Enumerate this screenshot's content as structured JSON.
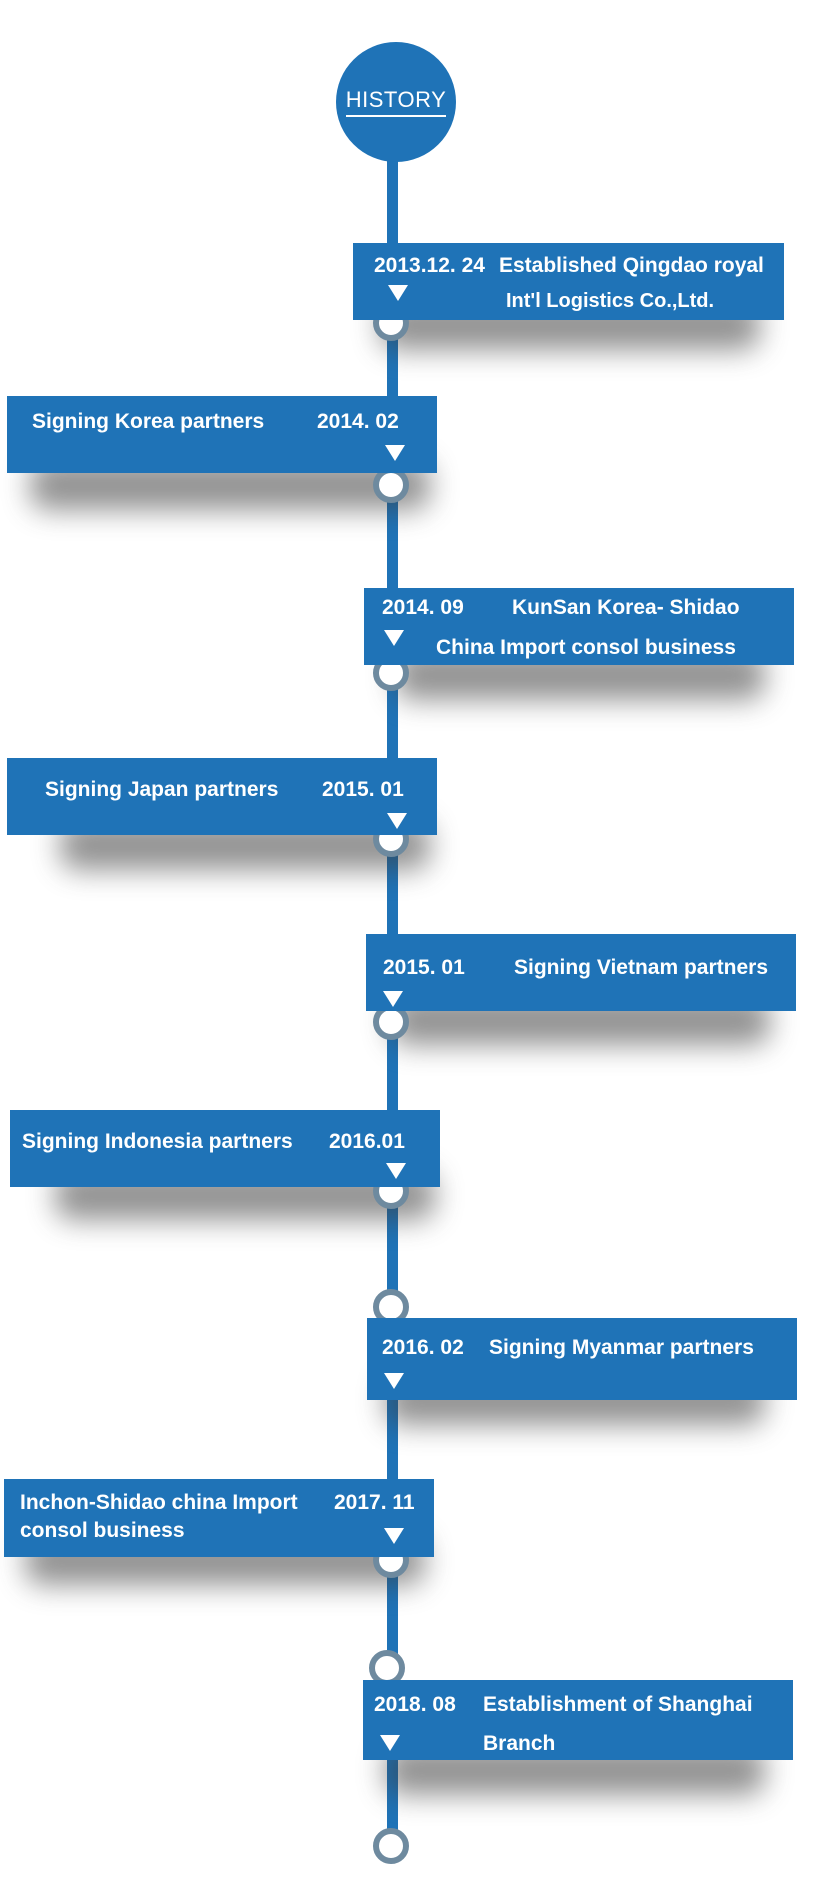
{
  "header": {
    "label": "HISTORY"
  },
  "events": [
    {
      "date": "2013.12. 24",
      "text_line1": "Established Qingdao royal",
      "text_line2": "Int'l Logistics Co.,Ltd."
    },
    {
      "date": "2014. 02",
      "text": "Signing Korea partners"
    },
    {
      "date": "2014. 09",
      "text_line1": "KunSan Korea- Shidao",
      "text_line2": "China Import  consol business"
    },
    {
      "date": "2015. 01",
      "text": "Signing Japan partners"
    },
    {
      "date": "2015. 01",
      "text": "Signing Vietnam partners"
    },
    {
      "date": "2016.01",
      "text": "Signing Indonesia partners"
    },
    {
      "date": "2016. 02",
      "text": "Signing Myanmar partners"
    },
    {
      "date": "2017. 11",
      "text_line1": "Inchon-Shidao china Import",
      "text_line2": "consol business"
    },
    {
      "date": "2018. 08",
      "text_line1": "Establishment of Shanghai",
      "text_line2": "Branch"
    }
  ],
  "colors": {
    "primary": "#1f73b7",
    "ring": "#6e8a9f"
  }
}
